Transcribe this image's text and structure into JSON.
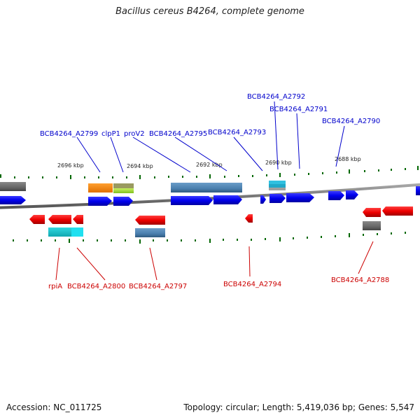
{
  "title": "Bacillus cereus B4264, complete genome",
  "footer": {
    "accession": "Accession: NC_011725",
    "summary": "Topology: circular; Length: 5,419,036 bp; Genes: 5,547"
  },
  "colors": {
    "forward_gene": "#0000ff",
    "reverse_gene": "#ff0000",
    "forward_label": "#0000cc",
    "reverse_label": "#cc0000",
    "backbone": "#777777",
    "tick": "#006600"
  },
  "kbp_labels": [
    "2696 kbp",
    "2694 kbp",
    "2692 kbp",
    "2690 kbp",
    "2688 kbp"
  ],
  "forward_labels": [
    "BCB4264_A2799",
    "clpP1",
    "proV2",
    "BCB4264_A2795",
    "BCB4264_A2793",
    "BCB4264_A2792",
    "BCB4264_A2791",
    "BCB4264_A2790"
  ],
  "reverse_labels": [
    "rpiA",
    "BCB4264_A2800",
    "BCB4264_A2797",
    "BCB4264_A2794",
    "BCB4264_A2788"
  ]
}
